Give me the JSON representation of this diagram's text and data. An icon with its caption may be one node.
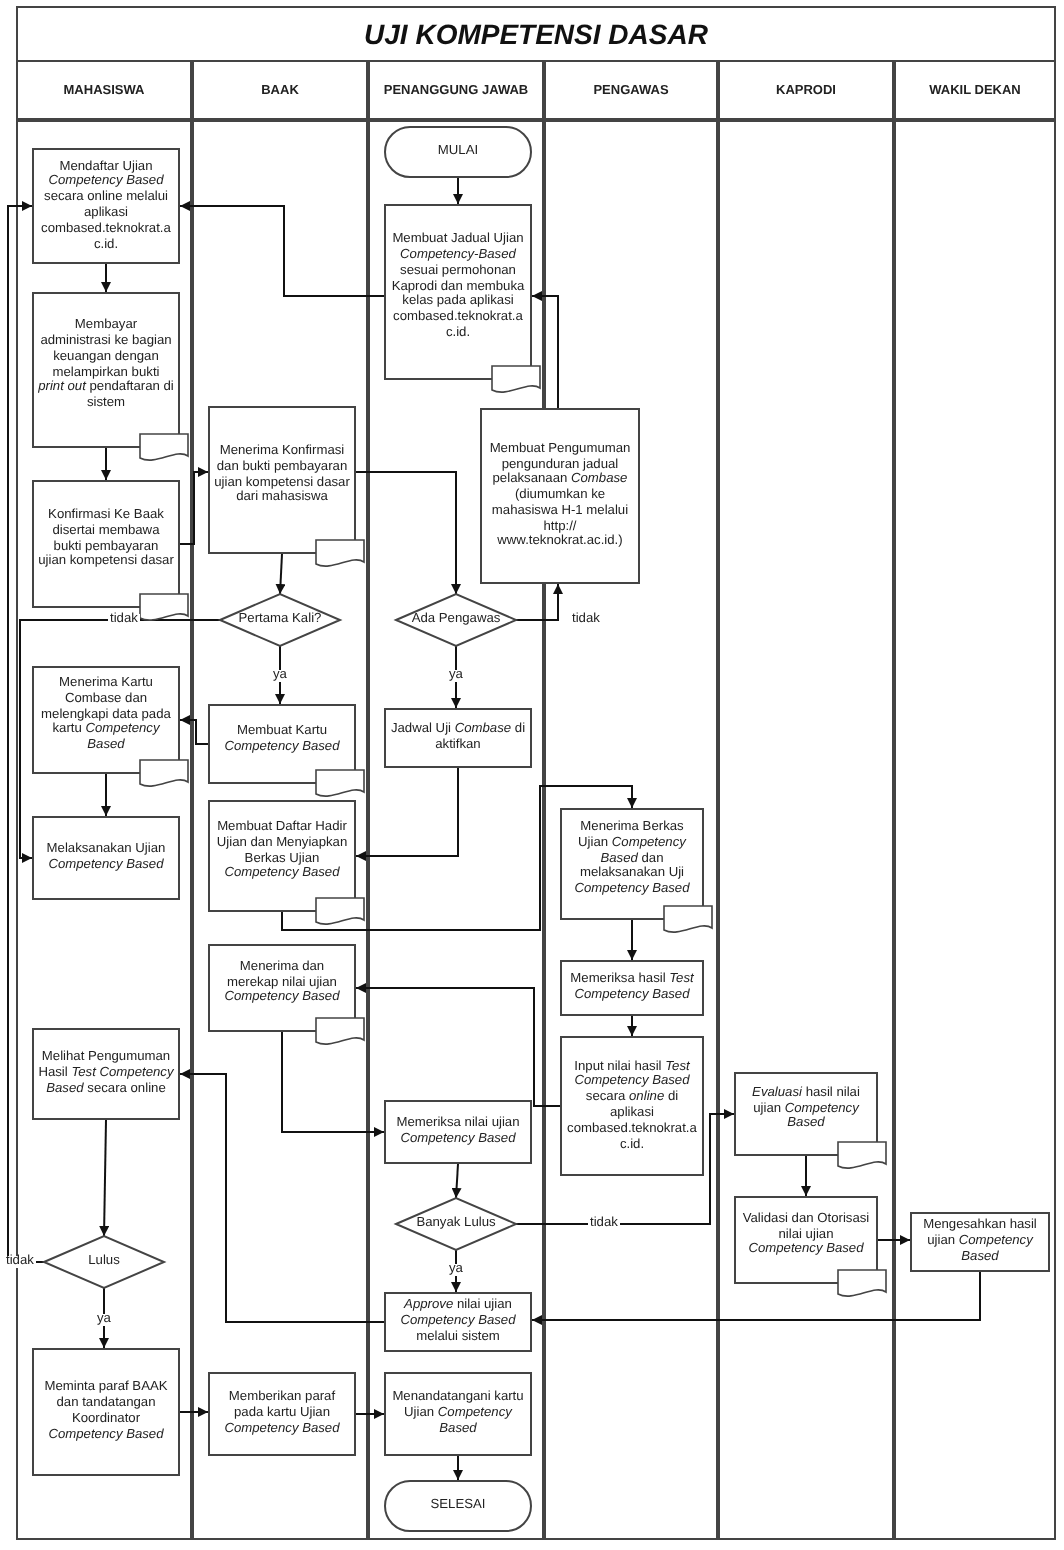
{
  "diagram": {
    "title": "UJI KOMPETENSI DASAR",
    "nodes": [
      {
        "text": [
          "MAHASISWA"
        ]
      },
      {
        "text": [
          "BAAK"
        ]
      },
      {
        "text": [
          "PENANGGUNG JAWAB"
        ]
      },
      {
        "text": [
          "PENGAWAS"
        ]
      },
      {
        "text": [
          "KAPRODI"
        ]
      },
      {
        "text": [
          "WAKIL DEKAN"
        ]
      },
      {
        "text": [
          "Mendaftar Ujian *Competency Based* secara online melalui aplikasi combased.teknokrat.ac.id."
        ],
        "in": 0
      },
      {
        "text": [
          "Membayar administrasi ke bagian keuangan dengan melampirkan bukti *print out* pendaftaran di sistem"
        ],
        "in": 0
      },
      {
        "text": [
          "Konfirmasi Ke Baak disertai membawa bukti pembayaran ujian kompetensi dasar"
        ],
        "in": 0
      },
      {
        "text": [
          "MULAI"
        ],
        "in": 2
      },
      {
        "text": [
          "Membuat Jadual Ujian *Competency-Based* sesuai permohonan Kaprodi dan membuka kelas pada aplikasi combased.teknokrat.ac.id."
        ],
        "in": 2
      },
      {
        "text": [
          "Menerima Konfirmasi dan bukti pembayaran ujian kompetensi dasar dari mahasiswa"
        ],
        "in": 1
      },
      {
        "text": [
          "Membuat Pengumuman pengunduran jadual pelaksanaan *Combase* (diumumkan ke mahasiswa H-1 melalui http:// www.teknokrat.ac.id.)"
        ]
      },
      {
        "text": [
          "Pertama Kali?"
        ],
        "in": 1
      },
      {
        "text": [
          "Ada Pengawas"
        ],
        "in": 2
      },
      {
        "text": [
          "Menerima Kartu Combase dan melengkapi data pada kartu *Competency Based*"
        ],
        "in": 0
      },
      {
        "text": [
          "Membuat Kartu *Competency Based*"
        ],
        "in": 1
      },
      {
        "text": [
          "Jadwal Uji *Combase* di aktifkan"
        ],
        "in": 2
      },
      {
        "text": [
          "Melaksanakan Ujian *Competency Based*"
        ],
        "in": 0
      },
      {
        "text": [
          "Membuat Daftar Hadir Ujian dan Menyiapkan Berkas Ujian *Competency Based*"
        ],
        "in": 1
      },
      {
        "text": [
          "Menerima Berkas Ujian *Competency Based* dan melaksanakan Uji *Competency Based*"
        ],
        "in": 3
      },
      {
        "text": [
          "Menerima dan merekap nilai ujian *Competency Based*"
        ],
        "in": 1
      },
      {
        "text": [
          "Memeriksa hasil *Test Competency Based*"
        ],
        "in": 3
      },
      {
        "text": [
          "Input nilai hasil *Test Competency Based* secara *online* di aplikasi combased.teknokrat.ac.id."
        ],
        "in": 3
      },
      {
        "text": [
          "Melihat Pengumuman Hasil *Test Competency Based* secara online"
        ],
        "in": 0
      },
      {
        "text": [
          "Memeriksa nilai ujian *Competency Based*"
        ],
        "in": 2
      },
      {
        "text": [
          "*Evaluasi* hasil nilai ujian *Competency Based*"
        ],
        "in": 4
      },
      {
        "text": [
          "Banyak Lulus"
        ],
        "in": 2
      },
      {
        "text": [
          "Validasi dan Otorisasi nilai ujian *Competency Based*"
        ],
        "in": 4
      },
      {
        "text": [
          "Mengesahkan hasil ujian *Competency Based*"
        ],
        "in": 5
      },
      {
        "text": [
          "Lulus"
        ],
        "in": 0
      },
      {
        "text": [
          "*Approve* nilai ujian *Competency Based* melalui sistem"
        ],
        "in": 2
      },
      {
        "text": [
          "Meminta paraf BAAK dan tandatangan Koordinator *Competency Based*"
        ],
        "in": 0
      },
      {
        "text": [
          "Memberikan paraf pada kartu Ujian *Competency Based*"
        ],
        "in": 1
      },
      {
        "text": [
          "Menandatangani kartu Ujian *Competency Based*"
        ],
        "in": 2
      },
      {
        "text": [
          "SELESAI"
        ],
        "in": 2
      }
    ],
    "edges": [
      {
        "from": 9,
        "to": 10,
        "arrow": "to"
      },
      {
        "from": 10,
        "to": 6,
        "arrow": "to"
      },
      {
        "from": 12,
        "to": 10,
        "arrow": "to"
      },
      {
        "from": 6,
        "to": 7,
        "arrow": "to"
      },
      {
        "from": 7,
        "to": 8,
        "arrow": "to"
      },
      {
        "from": 8,
        "to": 11,
        "arrow": "to"
      },
      {
        "from": 11,
        "to": 13,
        "arrow": "to"
      },
      {
        "from": 11,
        "to": 14,
        "arrow": "to"
      },
      {
        "from": 13,
        "to": 18,
        "arrow": "to",
        "label": "tidak"
      },
      {
        "from": 13,
        "to": 16,
        "arrow": "to",
        "label": "ya"
      },
      {
        "from": 14,
        "to": 17,
        "arrow": "to",
        "label": "ya"
      },
      {
        "from": 14,
        "to": 12,
        "arrow": "to",
        "label": "tidak"
      },
      {
        "from": 16,
        "to": 15,
        "arrow": "to"
      },
      {
        "from": 15,
        "to": 18,
        "arrow": "to"
      },
      {
        "from": 17,
        "to": 19,
        "arrow": "to"
      },
      {
        "from": 19,
        "to": 20,
        "arrow": "to"
      },
      {
        "from": 20,
        "to": 22,
        "arrow": "to"
      },
      {
        "from": 22,
        "to": 23,
        "arrow": "to"
      },
      {
        "from": 23,
        "to": 21,
        "arrow": "to"
      },
      {
        "from": 21,
        "to": 25,
        "arrow": "to"
      },
      {
        "from": 31,
        "to": 24,
        "arrow": "to"
      },
      {
        "from": 25,
        "to": 27,
        "arrow": "to"
      },
      {
        "from": 27,
        "to": 31,
        "arrow": "to",
        "label": "ya"
      },
      {
        "from": 27,
        "to": 26,
        "arrow": "to",
        "label": "tidak"
      },
      {
        "from": 26,
        "to": 28,
        "arrow": "to"
      },
      {
        "from": 28,
        "to": 29,
        "arrow": "to"
      },
      {
        "from": 29,
        "to": 31,
        "arrow": "to"
      },
      {
        "from": 24,
        "to": 30,
        "arrow": "to"
      },
      {
        "from": 30,
        "to": 32,
        "arrow": "to",
        "label": "ya"
      },
      {
        "from": 30,
        "to": 6,
        "arrow": "to",
        "label": "tidak"
      },
      {
        "from": 32,
        "to": 33,
        "arrow": "to"
      },
      {
        "from": 33,
        "to": 34,
        "arrow": "to"
      },
      {
        "from": 34,
        "to": 35,
        "arrow": "to"
      }
    ]
  }
}
